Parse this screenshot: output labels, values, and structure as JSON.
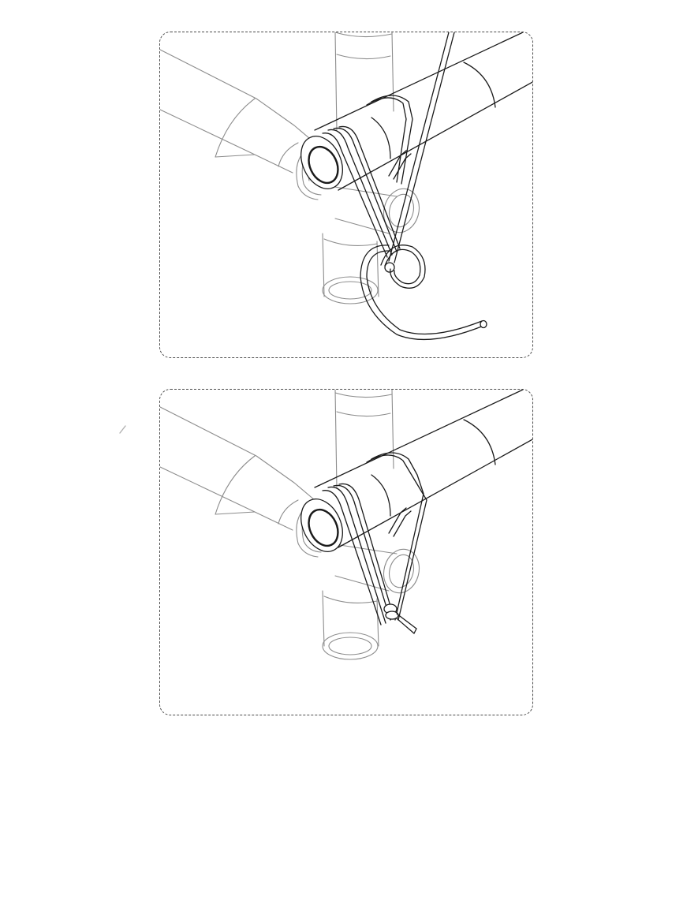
{
  "figure": {
    "panels": [
      {
        "step": "loop-and-pass-end-through"
      },
      {
        "step": "knot-tightened"
      }
    ]
  },
  "colors": {
    "line_dark": "#1a1a1a",
    "line_light": "#8c8c8c",
    "frame": "#4a4a4a",
    "background": "#ffffff"
  },
  "icons": [
    "lashing-illustration",
    "dashed-frame",
    "stray-mark"
  ]
}
